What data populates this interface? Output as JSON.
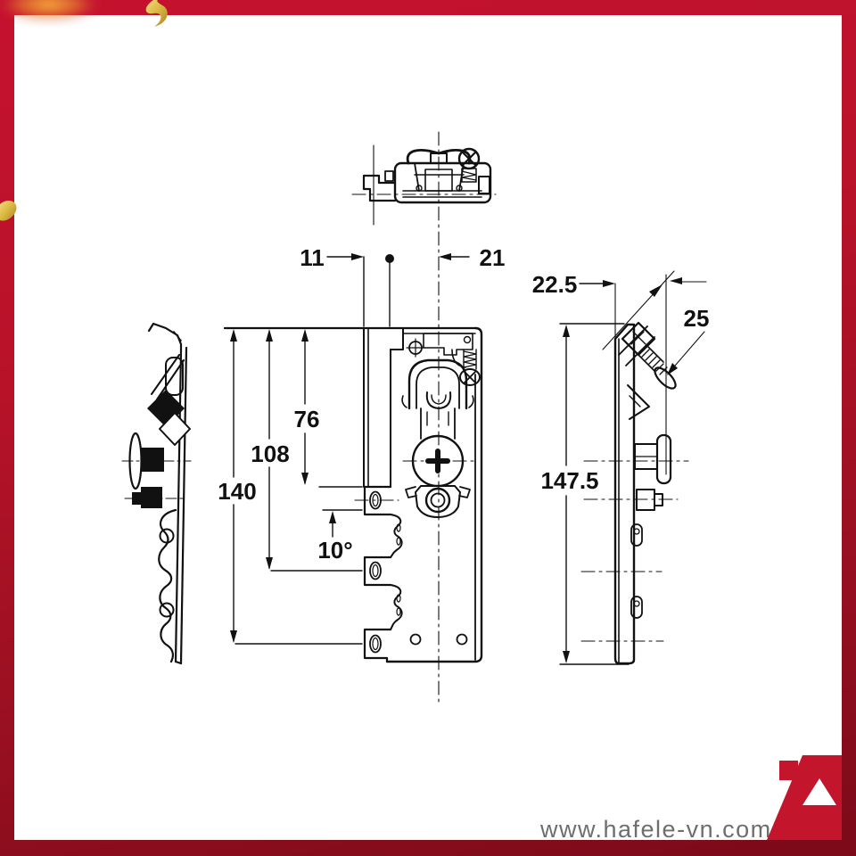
{
  "drawing": {
    "type": "technical-orthographic-drawing",
    "views": {
      "top": "top-view",
      "left": "left-side-view",
      "front": "front-view",
      "right": "right-side-view"
    },
    "dimension_labels": {
      "offset_11": "11",
      "offset_21": "21",
      "depth_22_5": "22.5",
      "screw_25": "25",
      "height_76": "76",
      "height_108": "108",
      "height_140": "140",
      "height_147_5": "147.5",
      "angle_10": "10°"
    }
  },
  "footer": {
    "website": "www.hafele-vn.com"
  },
  "branding": {
    "logo": "letter-A-logo",
    "logo_color": "#c3162c"
  },
  "colors": {
    "frame_red_top": "#c5122f",
    "frame_red_bottom": "#7b0a18",
    "line_black": "#111111",
    "watermark_gray": "#6e6e6e",
    "confetti_gold": "#d9b53f",
    "paper_white": "#ffffff"
  }
}
